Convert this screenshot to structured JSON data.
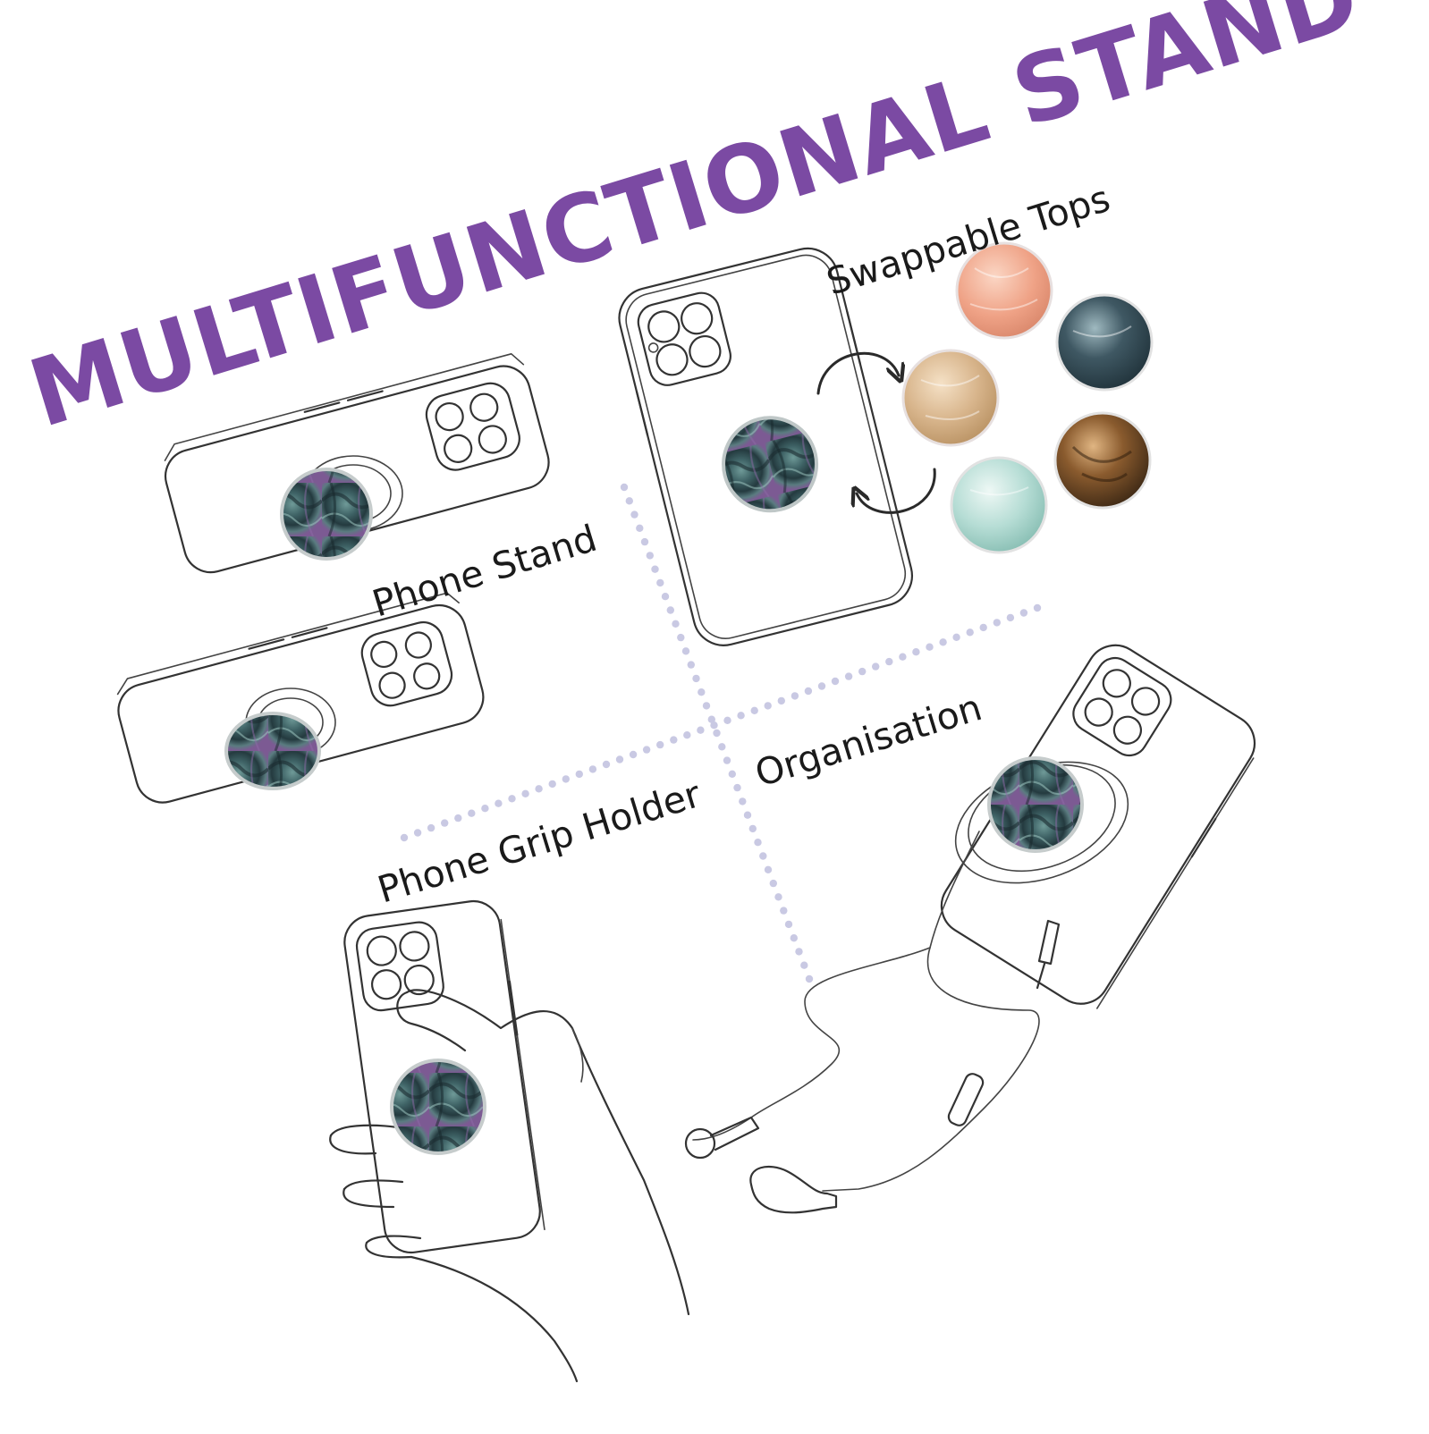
{
  "headline": "MULTIFUNCTIONAL STAND",
  "captions": {
    "swappable_tops": "Swappable Tops",
    "phone_stand": "Phone Stand",
    "organisation": "Organisation",
    "phone_grip_holder": "Phone Grip Holder"
  },
  "colors": {
    "headline": "#7b4aa3",
    "caption": "#1a1a1a",
    "divider_dots": "#c9c9e3",
    "line_art": "#333333",
    "abalone_dark": "#24393d",
    "abalone_mid": "#4d7478",
    "abalone_light": "#a7c7c2",
    "abalone_purple": "#7c5a93",
    "top_pink": "#efa286",
    "top_blue": "#3f5863",
    "top_gold": "#d8b58c",
    "top_mint": "#b6ddd5",
    "top_brown": "#8a5b2e"
  },
  "icons": {
    "swap_arrows": "swap-arrows-icon"
  }
}
